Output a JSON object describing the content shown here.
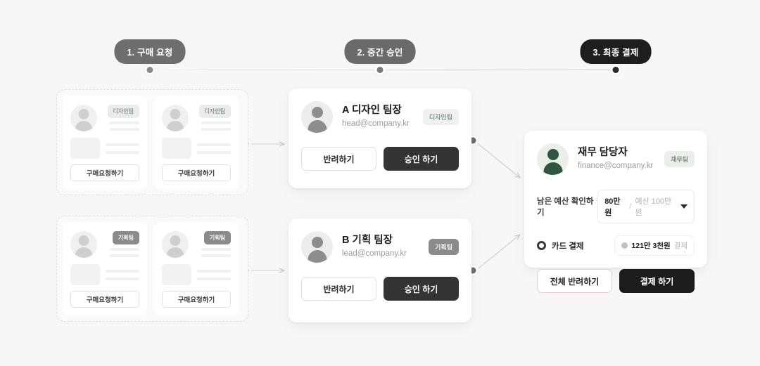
{
  "steps": [
    {
      "label": "1. 구매 요청"
    },
    {
      "label": "2. 중간 승인"
    },
    {
      "label": "3. 최종 결제"
    }
  ],
  "request_groups": [
    {
      "team_badge": "디자인팀",
      "cards": [
        {
          "button_label": "구매요청하기"
        },
        {
          "button_label": "구매요청하기"
        }
      ]
    },
    {
      "team_badge": "기획팀",
      "cards": [
        {
          "button_label": "구매요청하기"
        },
        {
          "button_label": "구매요청하기"
        }
      ]
    }
  ],
  "approvals": [
    {
      "name": "A 디자인 팀장",
      "email": "head@company.kr",
      "team_badge": "디자인팀",
      "reject_label": "반려하기",
      "approve_label": "승인 하기"
    },
    {
      "name": "B 기획 팀장",
      "email": "lead@company.kr",
      "team_badge": "기획팀",
      "reject_label": "반려하기",
      "approve_label": "승인 하기"
    }
  ],
  "payment": {
    "name": "재무 담당자",
    "email": "finance@company.kr",
    "team_badge": "재무팀",
    "budget_label": "남은 예산 확인하기",
    "budget_remaining": "80만원",
    "budget_separator": "/",
    "budget_total": "예산 100만원",
    "method_label": "카드 결제",
    "amount_value": "121만 3천원",
    "amount_suffix": "결제",
    "reject_all_label": "전체 반려하기",
    "pay_label": "결제 하기"
  },
  "colors": {
    "background": "#f7f7f7",
    "dark": "#1c1c1c",
    "approve": "#343434",
    "finance_avatar": "#2f5540",
    "danger_border": "#f2c9cc"
  }
}
